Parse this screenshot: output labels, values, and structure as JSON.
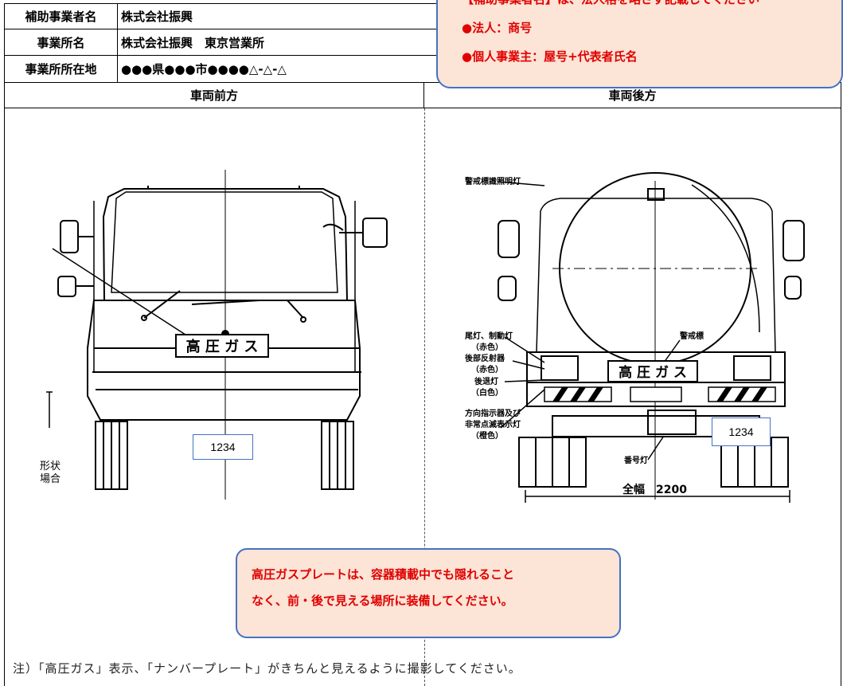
{
  "header_table": {
    "rows": [
      {
        "label": "補助事業者名",
        "value": "株式会社振興"
      },
      {
        "label": "事業所名",
        "value": "株式会社振興　東京営業所"
      },
      {
        "label": "事業所所在地",
        "value": "●●●県●●●市●●●●△-△-△"
      }
    ]
  },
  "top_callout": {
    "line1": "【補助事業者名】は、法人格を略さず記載してください",
    "line2": "●法人：商号",
    "line3": "●個人事業主：屋号+代表者氏名"
  },
  "columns": {
    "front": "車両前方",
    "rear": "車両後方"
  },
  "front_drawing": {
    "plate_text": "高 圧 ガ ス",
    "side_label_top": "形状",
    "side_label_bottom": "場合",
    "license_plate": "1234"
  },
  "rear_drawing": {
    "label_warning_light": "警戒標識照明灯",
    "label_tail_light": "尾灯、制動灯",
    "label_tail_light_color": "（赤色）",
    "label_reflector": "後部反射器",
    "label_reflector_color": "（赤色）",
    "label_reverse_light": "後退灯",
    "label_reverse_light_color": "（白色）",
    "label_turn_signal_1": "方向指示器及び",
    "label_turn_signal_2": "非常点滅表示灯",
    "label_turn_signal_color": "（橙色）",
    "label_warning_sign": "警戒標",
    "label_number_light": "番号灯",
    "plate_text": "高 圧 ガ ス",
    "width_label": "全幅　2200",
    "license_plate": "1234"
  },
  "bottom_callout": {
    "line1": "高圧ガスプレートは、容器積載中でも隠れること",
    "line2": "なく、前・後で見える場所に装備してください。"
  },
  "footnote": "注）「高圧ガス」表示、「ナンバープレート」がきちんと見えるように撮影してください。"
}
